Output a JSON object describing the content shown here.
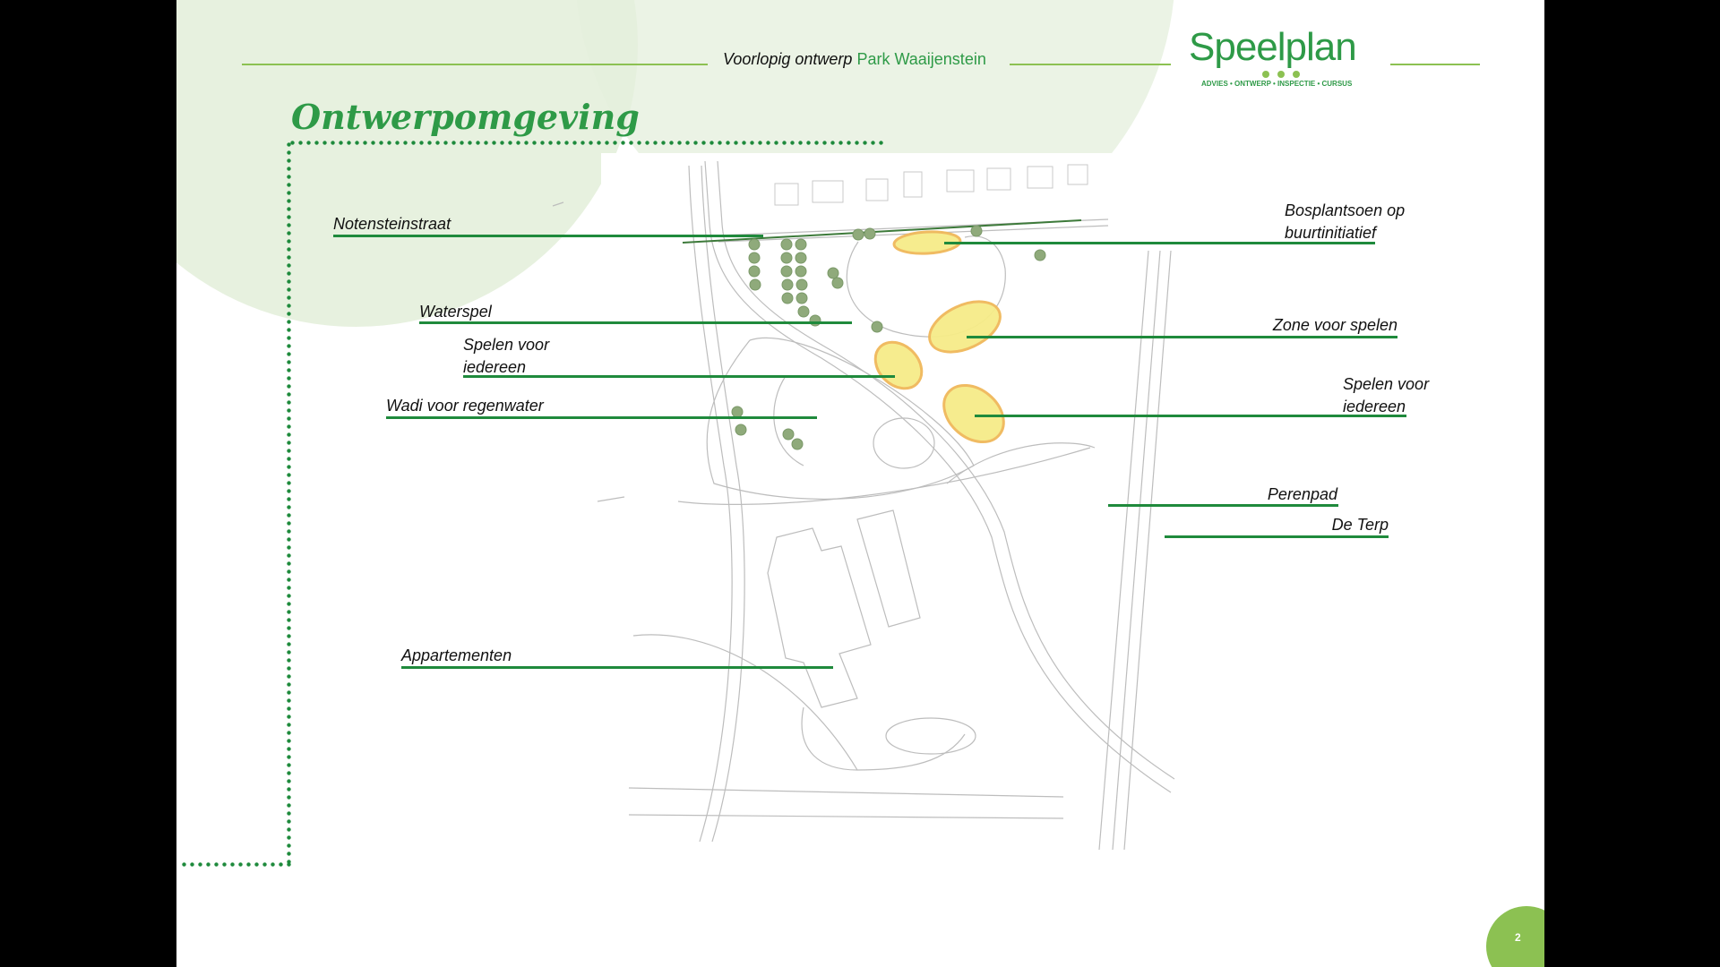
{
  "header": {
    "doc_title_prefix": "Voorlopig ontwerp",
    "project_name": "Park Waaijenstein",
    "logo_text": "Speelplan",
    "logo_tagline": "ADVIES • ONTWERP • INSPECTIE • CURSUS"
  },
  "title": "Ontwerpomgeving",
  "labels": {
    "notensteinstraat": "Notensteinstraat",
    "waterspel": "Waterspel",
    "spelen_links_1": "Spelen voor",
    "spelen_links_2": "iedereen",
    "wadi": "Wadi voor regenwater",
    "appartementen": "Appartementen",
    "bosplantsoen_1": "Bosplantsoen op",
    "bosplantsoen_2": "buurtinitiatief",
    "zone": "Zone voor spelen",
    "spelen_rechts_1": "Spelen voor",
    "spelen_rechts_2": "iedereen",
    "perenpad": "Perenpad",
    "de_terp": "De Terp"
  },
  "page_number": "2",
  "colors": {
    "brand_green": "#2e9a47",
    "accent_green": "#8cc152",
    "play_zone": "#f6ec88"
  }
}
